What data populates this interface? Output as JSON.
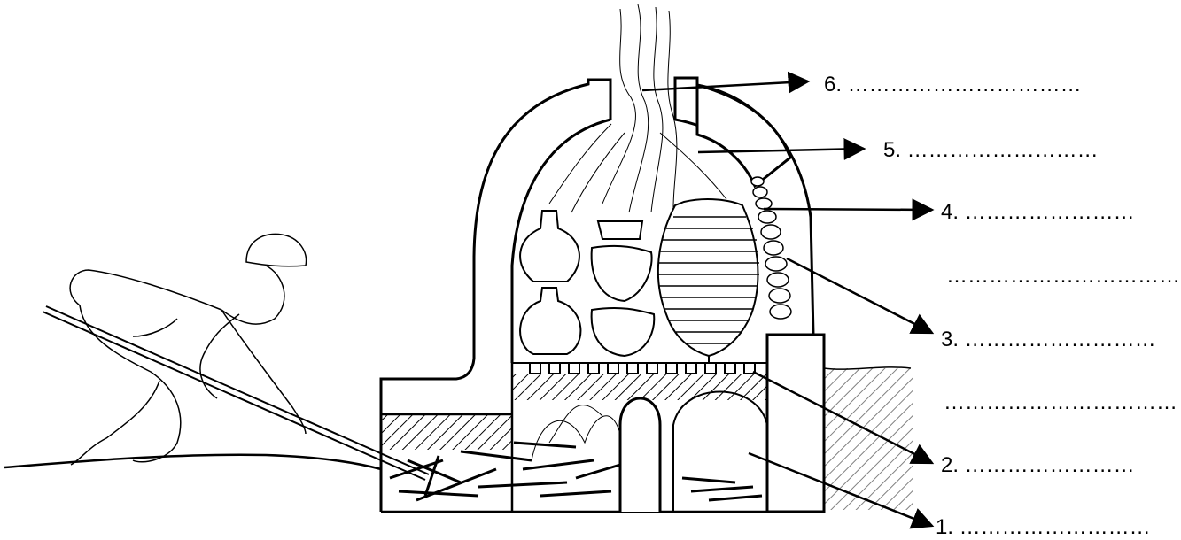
{
  "labels": {
    "l6": "6. ……………………………",
    "l5": "5. ………………………",
    "l4": "4. ……………………",
    "l4b": "……………………………",
    "l3": "3. ………………………",
    "l3b": "……………………………",
    "l2": "2. ……………………",
    "l1": "1.   ………………………"
  },
  "colors": {
    "ink": "#000000",
    "background": "#ffffff"
  }
}
